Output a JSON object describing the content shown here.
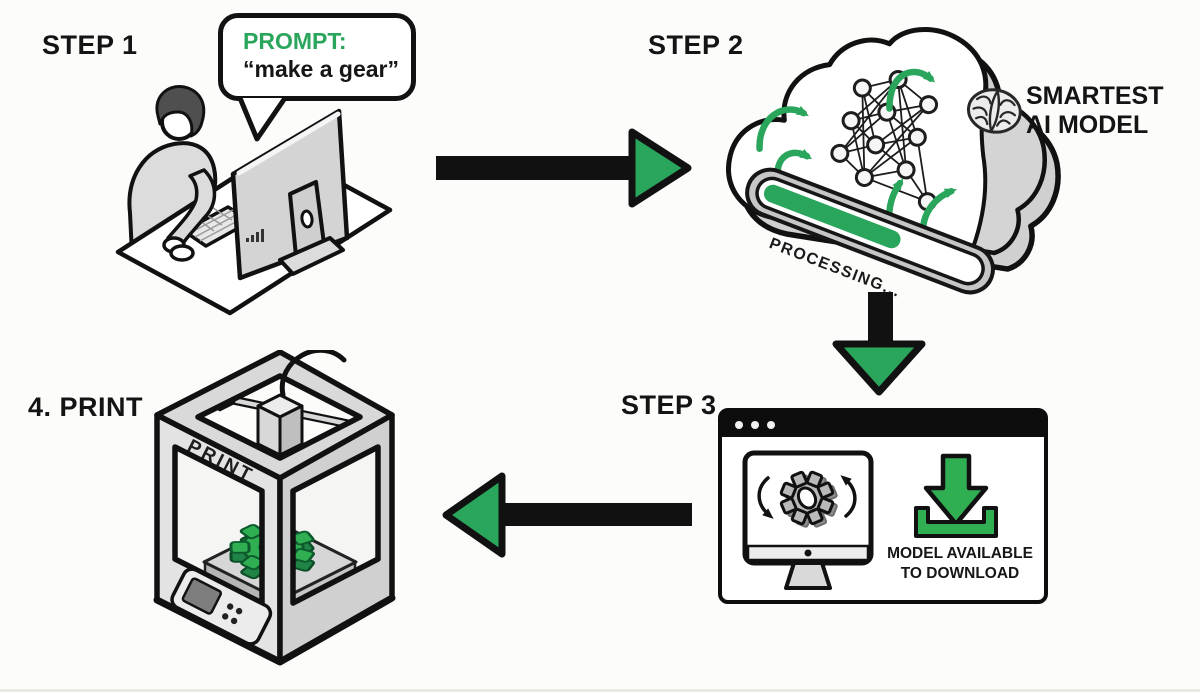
{
  "colors": {
    "accent_green": "#2aa55c",
    "bright_green": "#2fae52",
    "ink": "#141414"
  },
  "step1": {
    "label": "STEP 1",
    "bubble_title": "PROMPT:",
    "bubble_text": "“make a gear”"
  },
  "step2": {
    "label": "STEP 2",
    "model_title_line1": "SMARTEST",
    "model_title_line2": "AI MODEL",
    "processing_label": "PROCESSING..."
  },
  "step3": {
    "label": "STEP 3",
    "download_caption_line1": "MODEL AVAILABLE",
    "download_caption_line2": "TO DOWNLOAD"
  },
  "step4": {
    "label": "4. PRINT",
    "printer_label": "PRINT"
  },
  "icons": [
    "speech-bubble",
    "person-at-computer",
    "arrow-right",
    "ai-cloud",
    "brain",
    "neural-network",
    "processing-bar",
    "arrow-down",
    "browser-window",
    "window-dots",
    "monitor-gear",
    "rotation-arrows",
    "download",
    "arrow-left",
    "3d-printer",
    "print-head",
    "printer-gear",
    "control-panel"
  ]
}
